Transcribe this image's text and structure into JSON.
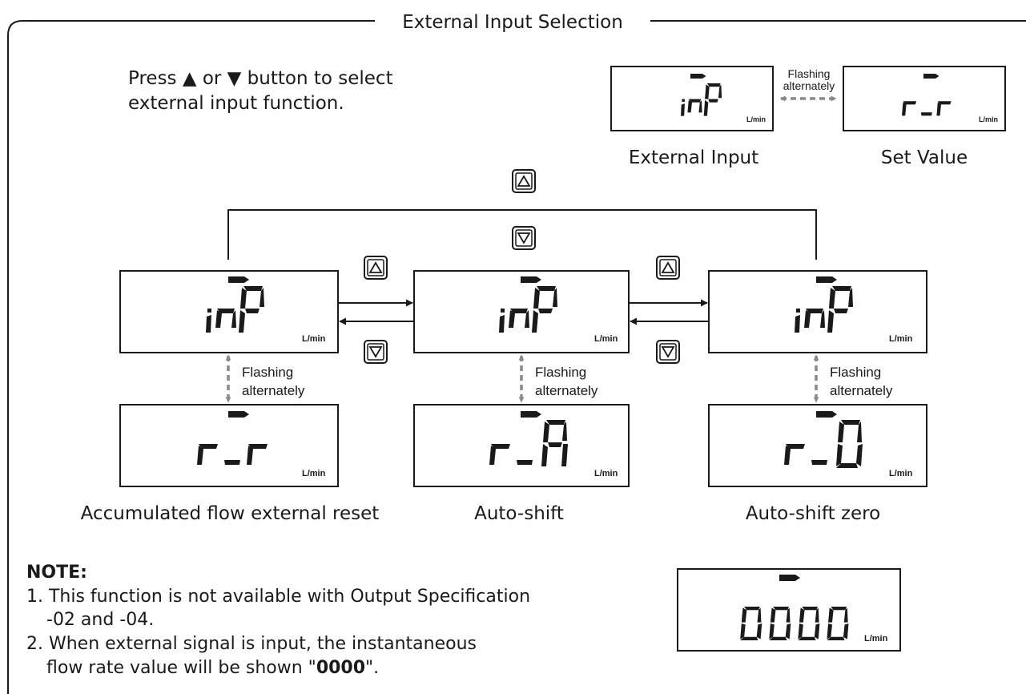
{
  "frame_title": "External Input Selection",
  "instruction": {
    "line1": "Press ▲ or ▼ button to select",
    "line2": "external input function."
  },
  "legend": {
    "flashing_line1": "Flashing",
    "flashing_line2": "alternately",
    "left_caption": "External Input",
    "right_caption": "Set Value"
  },
  "unit": "L/min",
  "flashing_line1": "Flashing",
  "flashing_line2": "alternately",
  "modes": [
    {
      "caption": "Accumulated flow external reset",
      "set_value": "r_r"
    },
    {
      "caption": "Auto-shift",
      "set_value": "r_A"
    },
    {
      "caption": "Auto-shift zero",
      "set_value": "r_0"
    }
  ],
  "display_code": "inP",
  "icons": {
    "up": "up-triangle-button-icon",
    "down": "down-triangle-button-icon"
  },
  "note": {
    "heading": "NOTE:",
    "item1_line1": "1. This function is not available with Output Specification",
    "item1_line2": "-02 and -04.",
    "item2_line1": "2. When external signal is input, the instantaneous",
    "item2_line2_prefix": "flow rate value will be shown \"",
    "item2_line2_suffix": "\".",
    "display_value": "0000"
  },
  "colors": {
    "ink": "#1a1a1a",
    "dashed_arrow": "#8a8a8a"
  }
}
